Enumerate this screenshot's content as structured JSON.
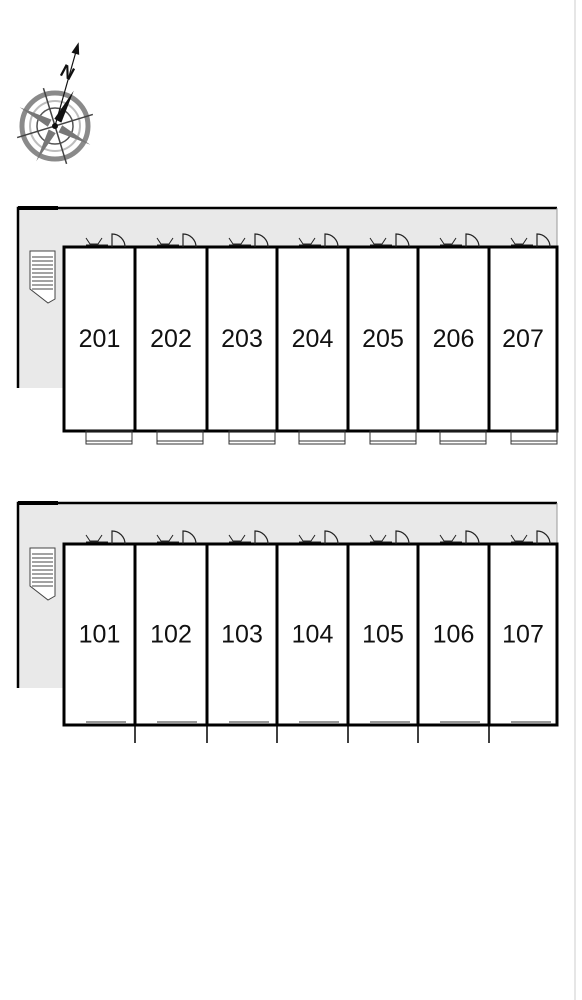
{
  "compass": {
    "north_label": "N",
    "icon": "compass-rose-icon",
    "colors": {
      "ring": "#8a8a8a",
      "needle": "#111111"
    }
  },
  "floors": [
    {
      "id": "floor-2",
      "units": [
        "201",
        "202",
        "203",
        "204",
        "205",
        "206",
        "207"
      ],
      "has_stairs": true
    },
    {
      "id": "floor-1",
      "units": [
        "101",
        "102",
        "103",
        "104",
        "105",
        "106",
        "107"
      ],
      "has_stairs": true
    }
  ],
  "colors": {
    "corridor": "#e9e9e9",
    "wall": "#000000",
    "background": "#ffffff"
  }
}
